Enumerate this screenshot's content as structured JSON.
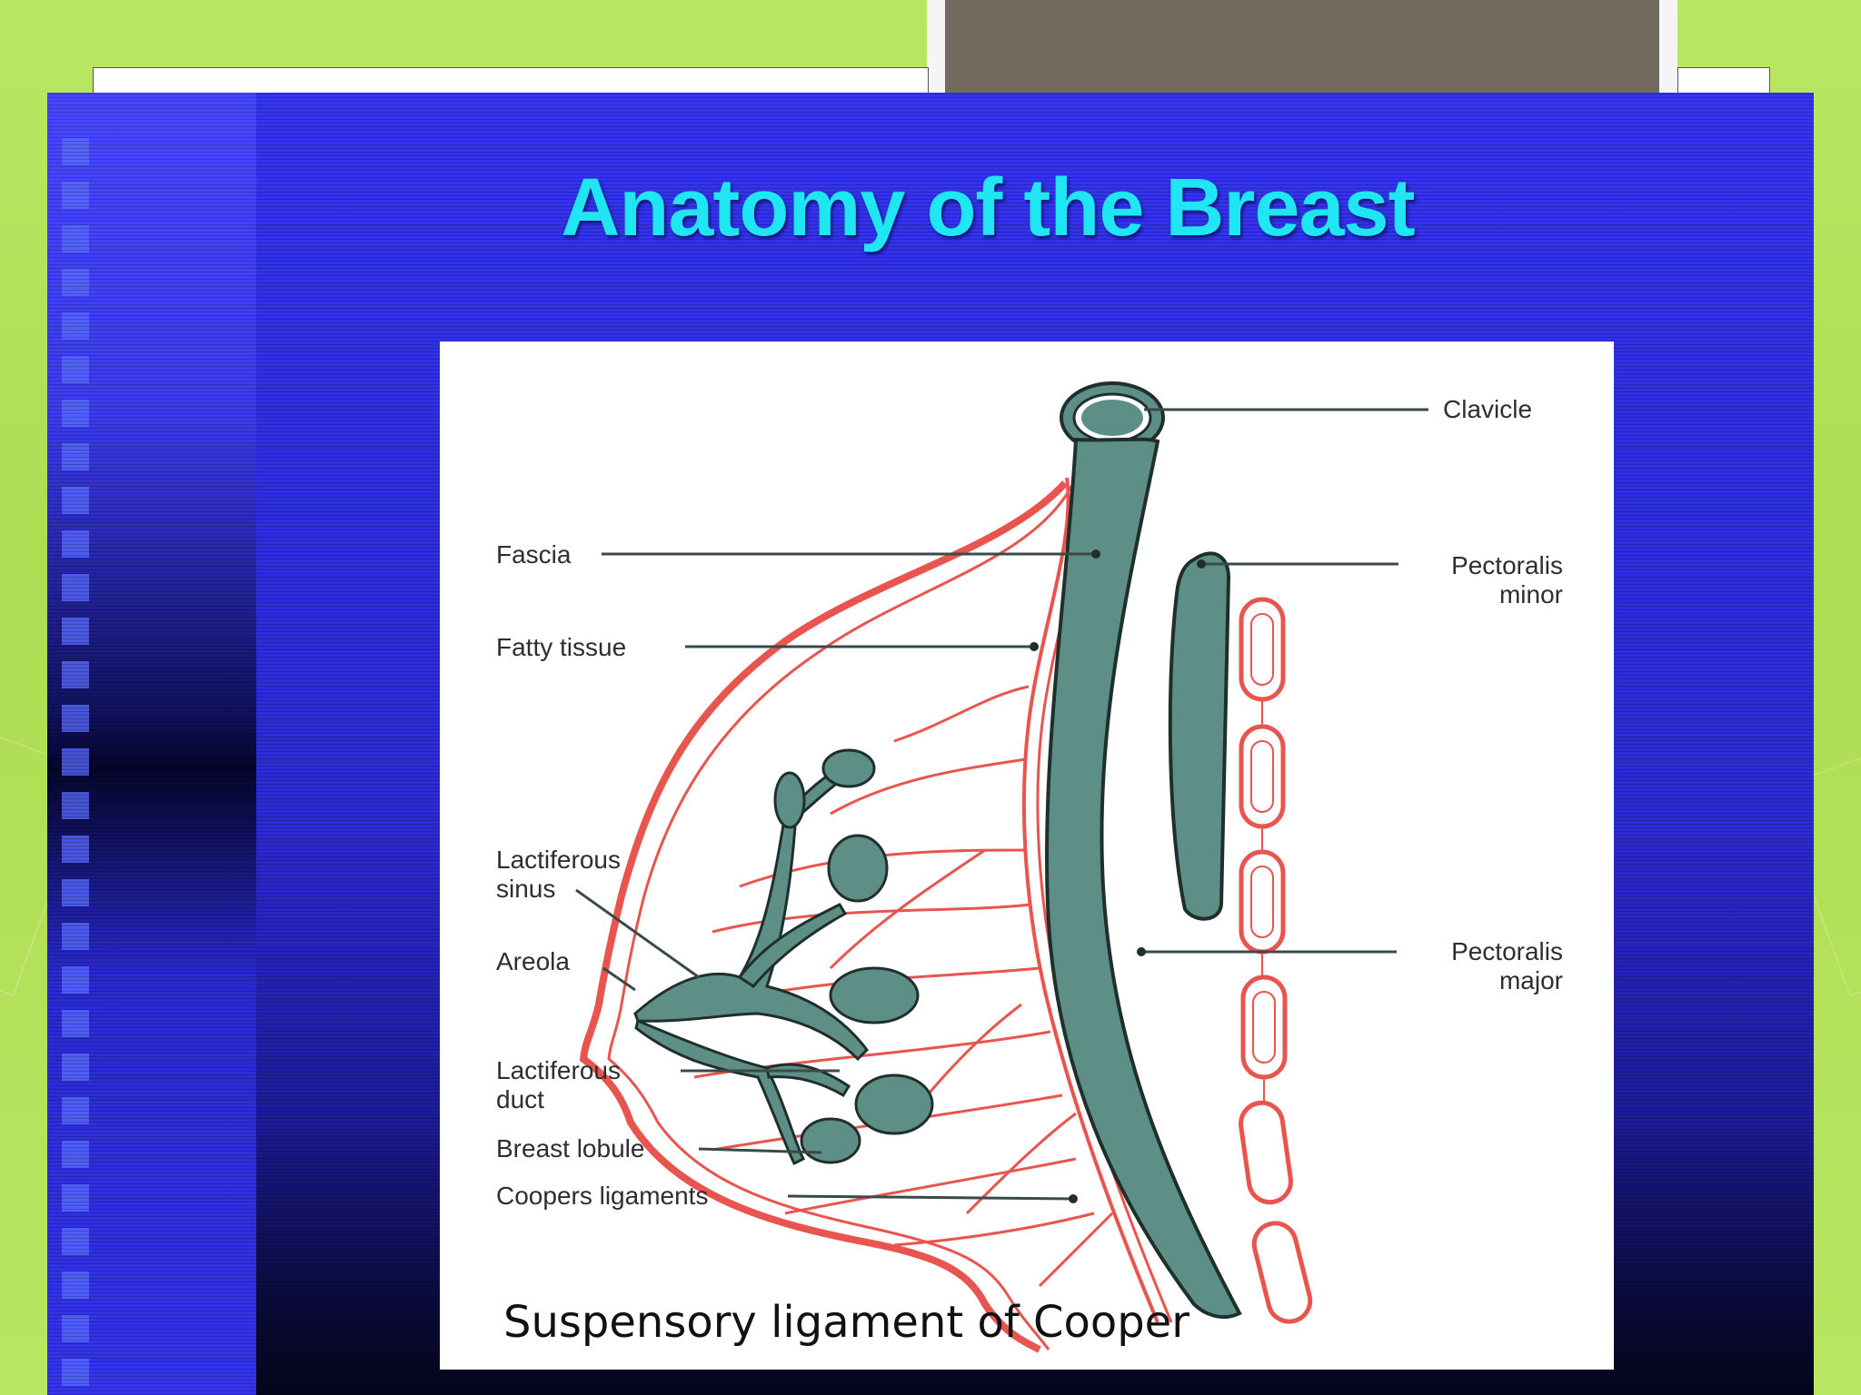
{
  "slide": {
    "title": "Anatomy of the Breast"
  },
  "diagram": {
    "labels": {
      "clavicle": "Clavicle",
      "fascia": "Fascia",
      "fatty_tissue": "Fatty tissue",
      "pectoralis_minor_line1": "Pectoralis",
      "pectoralis_minor_line2": "minor",
      "lactiferous_sinus_line1": "Lactiferous",
      "lactiferous_sinus_line2": "sinus",
      "areola": "Areola",
      "pectoralis_major_line1": "Pectoralis",
      "pectoralis_major_line2": "major",
      "lactiferous_duct_line1": "Lactiferous",
      "lactiferous_duct_line2": "duct",
      "breast_lobule": "Breast lobule",
      "coopers_ligaments": "Coopers ligaments"
    },
    "caption": "Suspensory ligament of Cooper"
  },
  "colors": {
    "title": "#1fe6f2",
    "muscle": "#5e8f86",
    "tissue_lines": "#e8554f",
    "slide_blue": "#3030e6",
    "background_green": "#b5e35a"
  }
}
